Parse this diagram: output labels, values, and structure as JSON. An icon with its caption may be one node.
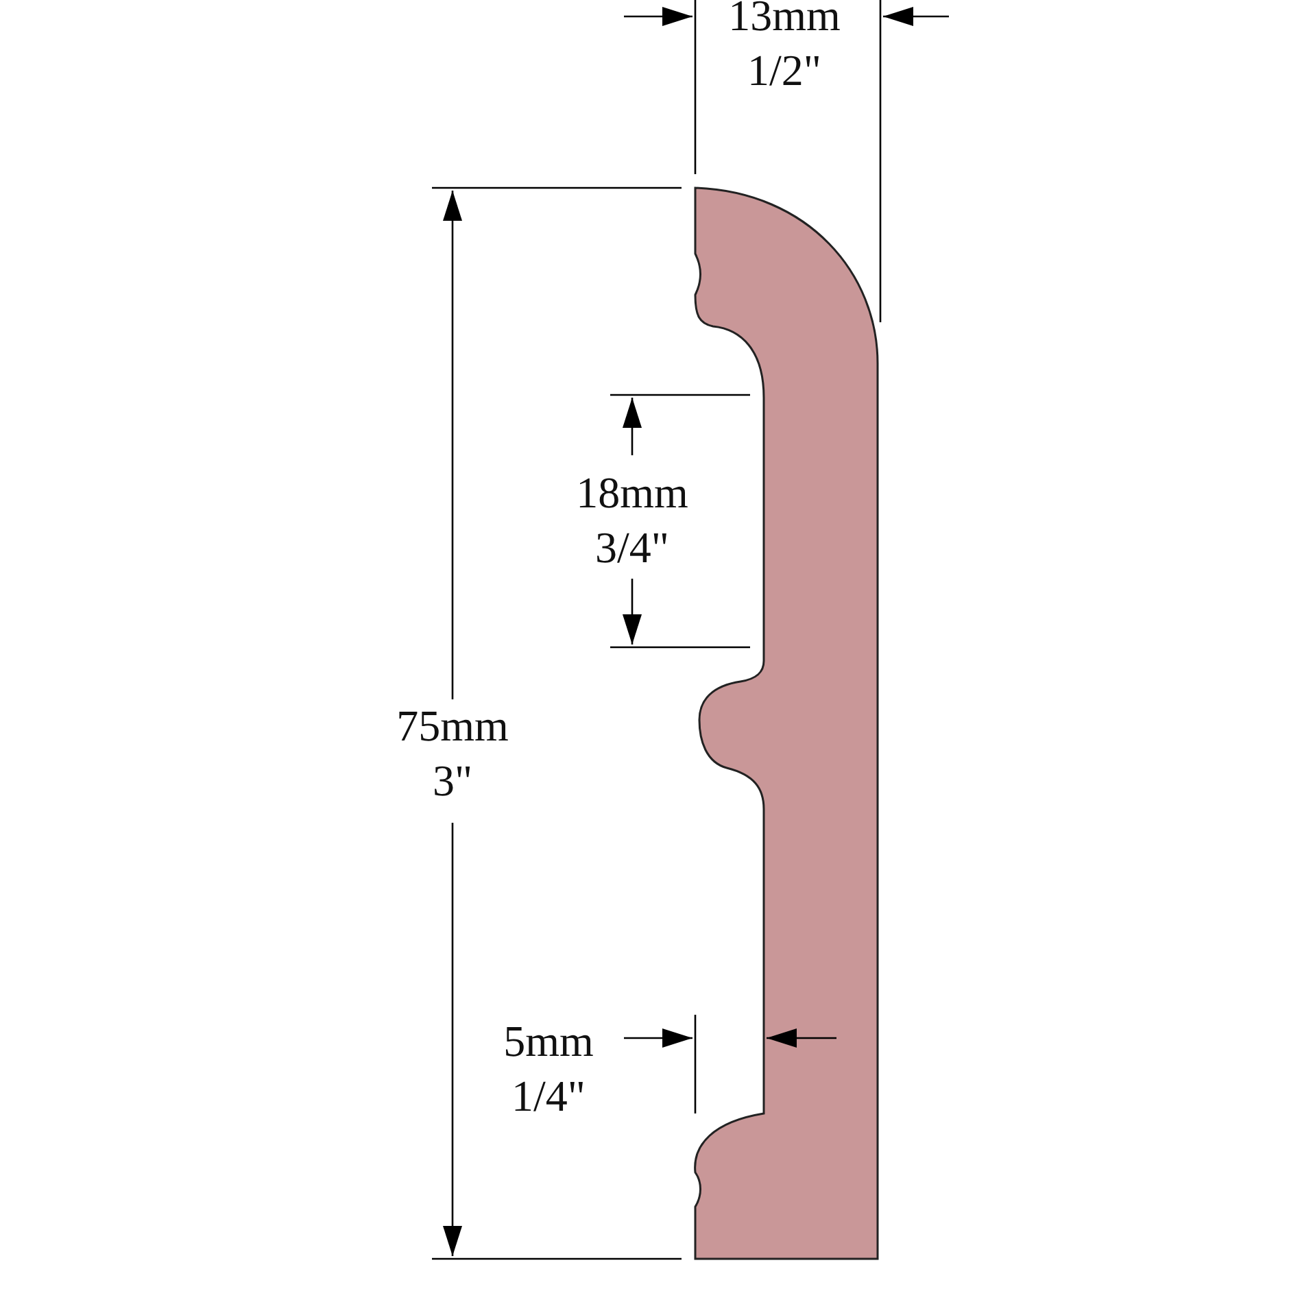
{
  "diagram": {
    "labels": [
      "13mm",
      "1/2\"",
      "18mm",
      "3/4\"",
      "75mm",
      "3\"",
      "5mm",
      "1/4\""
    ]
  }
}
